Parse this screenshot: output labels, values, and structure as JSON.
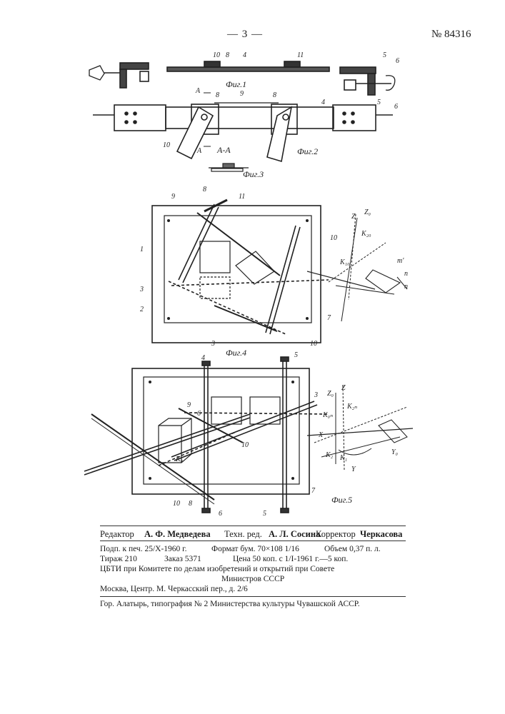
{
  "header": {
    "page_number": "— 3 —",
    "patent_number": "№ 84316"
  },
  "figures": {
    "fig1_caption": "Фиг.1",
    "fig2_caption": "Фиг.2",
    "fig3_caption": "Фиг.3",
    "fig4_caption": "Фиг.4",
    "fig5_caption": "Фиг.5",
    "section_mark": "А-А",
    "fig1_labels": [
      "10",
      "8",
      "4",
      "11",
      "5",
      "6"
    ],
    "fig2_labels": [
      "A",
      "8",
      "9",
      "8",
      "4",
      "5",
      "6",
      "10",
      "A"
    ],
    "fig4_labels": [
      "8",
      "9",
      "11",
      "1",
      "3",
      "2",
      "10",
      "3",
      "10",
      "7",
      "Z",
      "Z₀",
      "K₂₀",
      "m'",
      "n",
      "n",
      "K₁₀"
    ],
    "fig5_labels": [
      "4",
      "5",
      "3",
      "9",
      "6",
      "10",
      "K₀",
      "10",
      "8",
      "6",
      "5",
      "7",
      "Z₀",
      "Z",
      "K₀ₙ",
      "K₂ₙ",
      "X",
      "K₂",
      "K₁",
      "Y₀",
      "Y"
    ]
  },
  "imprint": {
    "editor_label": "Редактор",
    "editor_name": "А. Ф. Медведева",
    "tech_label": "Техн. ред.",
    "tech_name": "А. Л. Сосина",
    "corrector_label": "Корректор",
    "corrector_name": "Черкасова",
    "signed": "Подп. к печ. 25/X-1960 г.",
    "format": "Формат бум. 70×108 1/16",
    "volume": "Объем 0,37 п. л.",
    "run": "Тираж 210",
    "order": "Заказ 5371",
    "price": "Цена 50 коп. с 1/I-1961 г.—5 коп.",
    "publisher_line1": "ЦБТИ при Комитете по делам изобретений и открытий при Совете",
    "publisher_line2": "Министров СССР",
    "address": "Москва, Центр. М. Черкасский пер., д. 2/6",
    "printer": "Гор. Алатырь, типография № 2 Министерства культуры Чувашской АССР."
  }
}
